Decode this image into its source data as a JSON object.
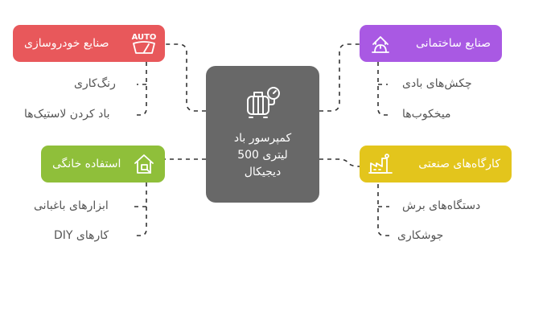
{
  "center": {
    "icon": "compressor-icon",
    "line1": "کمپرسور باد",
    "line2": "لیتری 500",
    "line3": "دیجیکال"
  },
  "branches": {
    "auto": {
      "label": "صنایع خودروسازی",
      "icon": "car-wiper-icon",
      "icon_text": "AUTO",
      "color": "#e8585b",
      "items": [
        "رنگ‌کاری",
        "باد کردن لاستیک‌ها"
      ]
    },
    "building": {
      "label": "صنایع ساختمانی",
      "icon": "construction-worker-icon",
      "color": "#a959e3",
      "items": [
        "چکش‌های بادی",
        "میخکوب‌ها"
      ]
    },
    "home": {
      "label": "استفاده خانگی",
      "icon": "house-icon",
      "color": "#8fbf3a",
      "items": [
        "ابزارهای باغبانی",
        "کارهای DIY"
      ]
    },
    "workshop": {
      "label": "کارگاه‌های صنعتی",
      "icon": "factory-icon",
      "color": "#e3c51c",
      "items": [
        "دستگاه‌های برش",
        "جوشکاری"
      ]
    }
  }
}
